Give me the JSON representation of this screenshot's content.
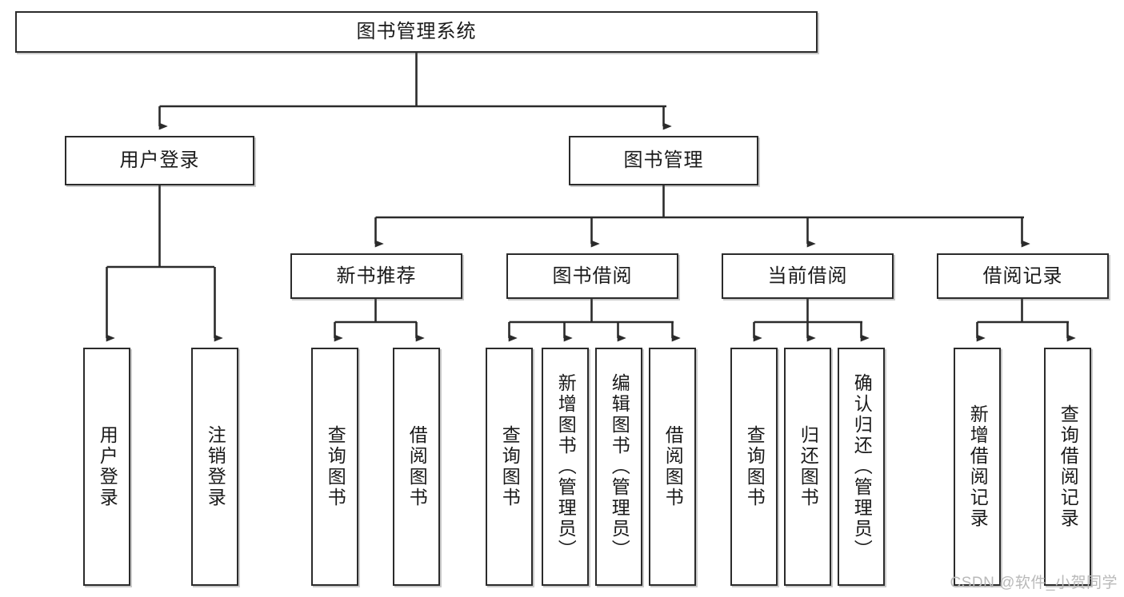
{
  "diagram": {
    "title": "图书管理系统",
    "type": "tree-hierarchy",
    "watermark": "CSDN @软件_小贺同学",
    "colors": {
      "box_border": "#2b2b2b",
      "box_fill": "#ffffff",
      "connector": "#2b2b2b",
      "text": "#1a1a1a",
      "watermark": "#b9b9b9"
    }
  },
  "nodes": {
    "root": {
      "label": "图书管理系统"
    },
    "level2": [
      {
        "label": "用户登录"
      },
      {
        "label": "图书管理"
      }
    ],
    "level3": [
      {
        "label": "新书推荐"
      },
      {
        "label": "图书借阅"
      },
      {
        "label": "当前借阅"
      },
      {
        "label": "借阅记录"
      }
    ],
    "leaves": {
      "user_login": [
        {
          "label": "用户登录"
        },
        {
          "label": "注销登录"
        }
      ],
      "new_book_recommend": [
        {
          "label": "查询图书"
        },
        {
          "label": "借阅图书"
        }
      ],
      "book_borrow": [
        {
          "label": "查询图书"
        },
        {
          "label": "新增图书（管理员）"
        },
        {
          "label": "编辑图书（管理员）"
        },
        {
          "label": "借阅图书"
        }
      ],
      "current_borrow": [
        {
          "label": "查询图书"
        },
        {
          "label": "归还图书"
        },
        {
          "label": "确认归还（管理员）"
        }
      ],
      "borrow_record": [
        {
          "label": "新增借阅记录"
        },
        {
          "label": "查询借阅记录"
        }
      ]
    }
  }
}
